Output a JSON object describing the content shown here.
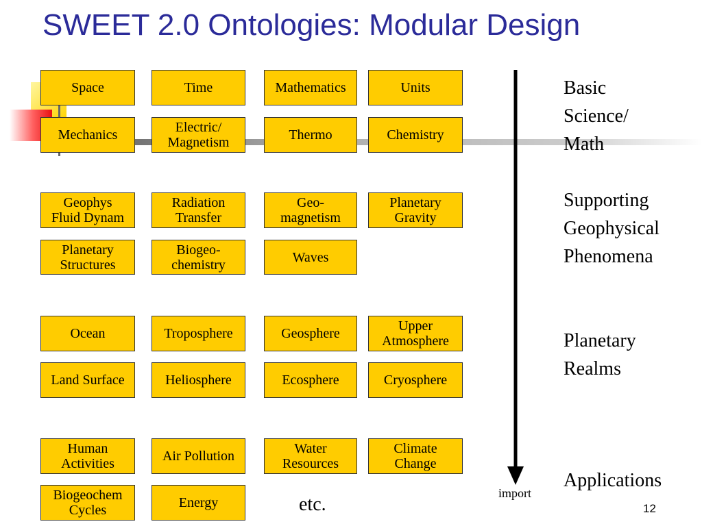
{
  "slide": {
    "title": "SWEET 2.0 Ontologies: Modular Design",
    "page_number": "12"
  },
  "boxes": {
    "space": "Space",
    "time": "Time",
    "mathematics": "Mathematics",
    "units": "Units",
    "mechanics": "Mechanics",
    "electric_magnetism": "Electric/\nMagnetism",
    "thermo": "Thermo",
    "chemistry": "Chemistry",
    "geophys_fluid_dynam": "Geophys\nFluid Dynam",
    "radiation_transfer": "Radiation\nTransfer",
    "geomagnetism": "Geo-\nmagnetism",
    "planetary_gravity": "Planetary\nGravity",
    "planetary_structures": "Planetary\nStructures",
    "biogeochemistry": "Biogeo-\nchemistry",
    "waves": "Waves",
    "ocean": "Ocean",
    "troposphere": "Troposphere",
    "geosphere": "Geosphere",
    "upper_atmosphere": "Upper\nAtmosphere",
    "land_surface": "Land Surface",
    "heliosphere": "Heliosphere",
    "ecosphere": "Ecosphere",
    "cryosphere": "Cryosphere",
    "human_activities": "Human\nActivities",
    "air_pollution": "Air Pollution",
    "water_resources": "Water\nResources",
    "climate_change": "Climate\nChange",
    "biogeochem_cycles": "Biogeochem\nCycles",
    "energy": "Energy"
  },
  "etc_label": "etc.",
  "categories": {
    "basic": "Basic\nScience/\nMath",
    "supporting": "Supporting\nGeophysical\nPhenomena",
    "realms": "Planetary\nRealms",
    "applications": "Applications"
  },
  "arrow_label": "import",
  "colors": {
    "title": "#2b2b99",
    "box_fill": "#ffcc00",
    "box_border": "#333333",
    "decor_bar": "#b8b8b8"
  }
}
